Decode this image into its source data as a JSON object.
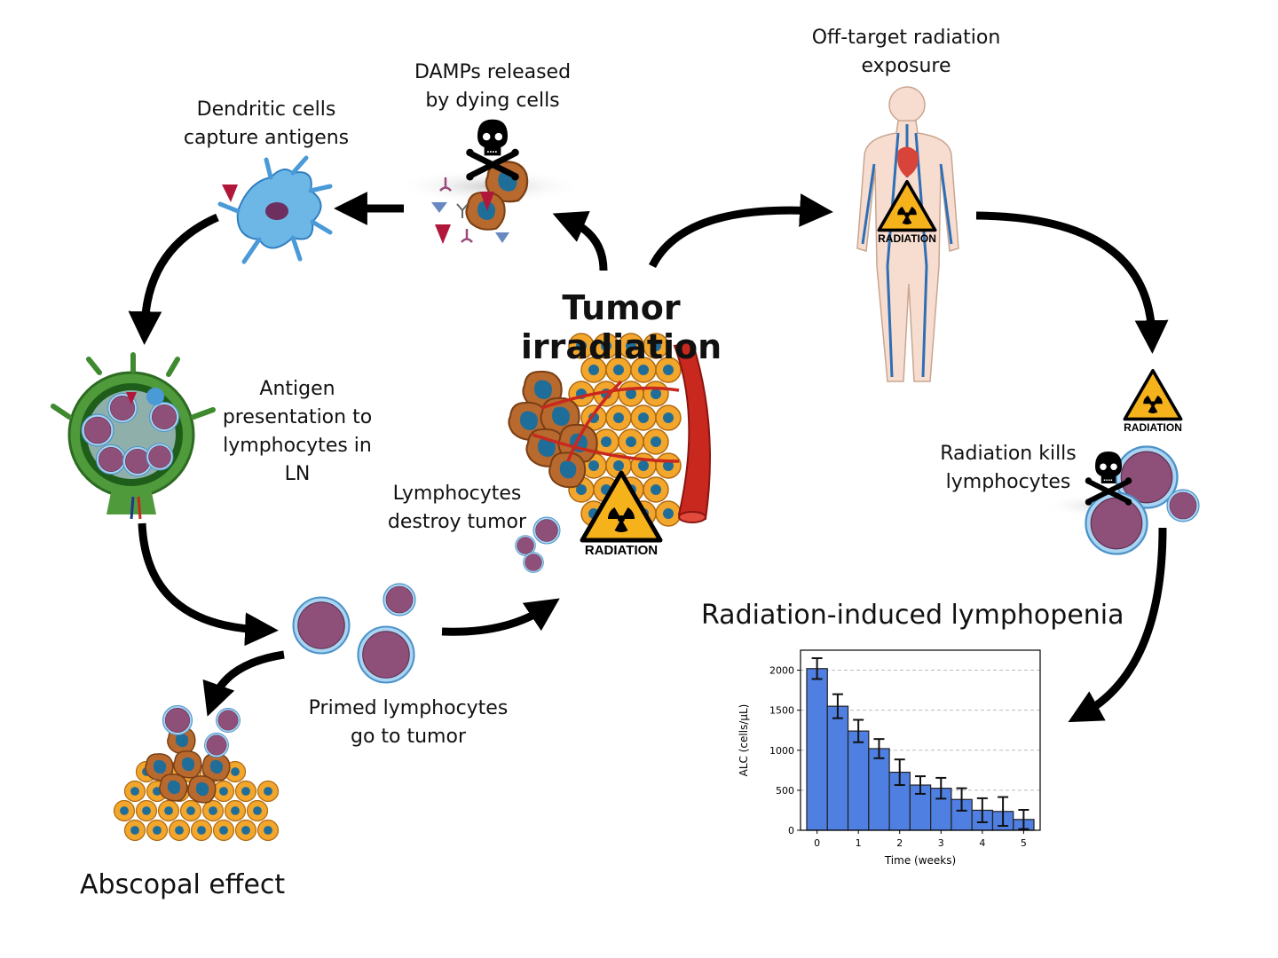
{
  "title": "Tumor irradiation",
  "labels": {
    "dendritic": [
      "Dendritic cells",
      "capture antigens"
    ],
    "damps": [
      "DAMPs released",
      "by dying cells"
    ],
    "offtarget": [
      "Off-target radiation",
      "exposure"
    ],
    "antigen": [
      "Antigen",
      "presentation to",
      "lymphocytes in",
      "LN"
    ],
    "destroy": [
      "Lymphocytes",
      "destroy tumor"
    ],
    "kills": [
      "Radiation kills",
      "lymphocytes"
    ],
    "primed": [
      "Primed lymphocytes",
      "go to tumor"
    ],
    "abscopal": "Abscopal effect",
    "lymphopenia": "Radiation-induced lymphopenia"
  },
  "radiation_sign_text": "RADIATION",
  "colors": {
    "arrow": "#000000",
    "bar": "#4f7fe0",
    "tumor_orange": "#f0a52a",
    "tumor_brown": "#b8692e",
    "nucleus": "#1f6e9a",
    "lymph_purple": "#8e4f78",
    "lymph_blue": "#8ec3ea",
    "vessel": "#c8281e",
    "node_green": "#3f8a2f",
    "sign_yellow": "#f6b21b"
  },
  "chart_data": {
    "type": "bar",
    "title": "Radiation-induced lymphopenia",
    "xlabel": "Time (weeks)",
    "ylabel": "ALC (cells/µL)",
    "x": [
      0,
      0.5,
      1,
      1.5,
      2,
      2.5,
      3,
      3.5,
      4,
      4.5,
      5
    ],
    "values": [
      2020,
      1550,
      1240,
      1020,
      725,
      565,
      525,
      385,
      250,
      235,
      135
    ],
    "errors": [
      130,
      150,
      140,
      120,
      160,
      110,
      130,
      140,
      150,
      180,
      120
    ],
    "xticks": [
      "0",
      "1",
      "2",
      "3",
      "4",
      "5"
    ],
    "yticks": [
      "0",
      "500",
      "1000",
      "1500",
      "2000"
    ],
    "ylim": [
      0,
      2250
    ],
    "xlim": [
      -0.4,
      5.4
    ],
    "grid": "horizontal-dashed"
  }
}
